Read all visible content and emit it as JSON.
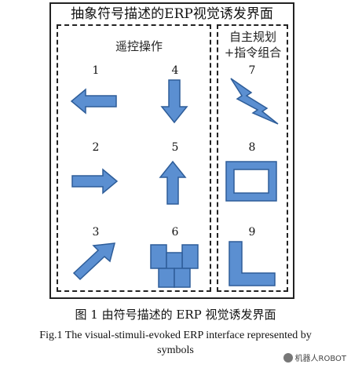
{
  "title": "抽象符号描述的ERP视觉诱发界面",
  "groups": {
    "teleop": "遥控操作",
    "auto_line1": "自主规划",
    "auto_line2": "+指令组合"
  },
  "symbols": [
    {
      "number": "1",
      "icon": "arrow-left-icon"
    },
    {
      "number": "2",
      "icon": "arrow-right-icon"
    },
    {
      "number": "3",
      "icon": "arrow-up-right-icon"
    },
    {
      "number": "4",
      "icon": "arrow-down-icon"
    },
    {
      "number": "5",
      "icon": "arrow-up-icon"
    },
    {
      "number": "6",
      "icon": "blocks-icon"
    },
    {
      "number": "7",
      "icon": "lightning-icon"
    },
    {
      "number": "8",
      "icon": "hollow-square-icon"
    },
    {
      "number": "9",
      "icon": "l-shape-icon"
    }
  ],
  "colors": {
    "symbol_fill": "#5b8fd1",
    "symbol_stroke": "#2e5d99"
  },
  "caption": {
    "chinese": "图 1    由符号描述的 ERP 视觉诱发界面",
    "english_line1": "Fig.1    The visual-stimuli-evoked ERP interface represented by",
    "english_line2": "symbols"
  },
  "watermark": "机器人ROBOT"
}
